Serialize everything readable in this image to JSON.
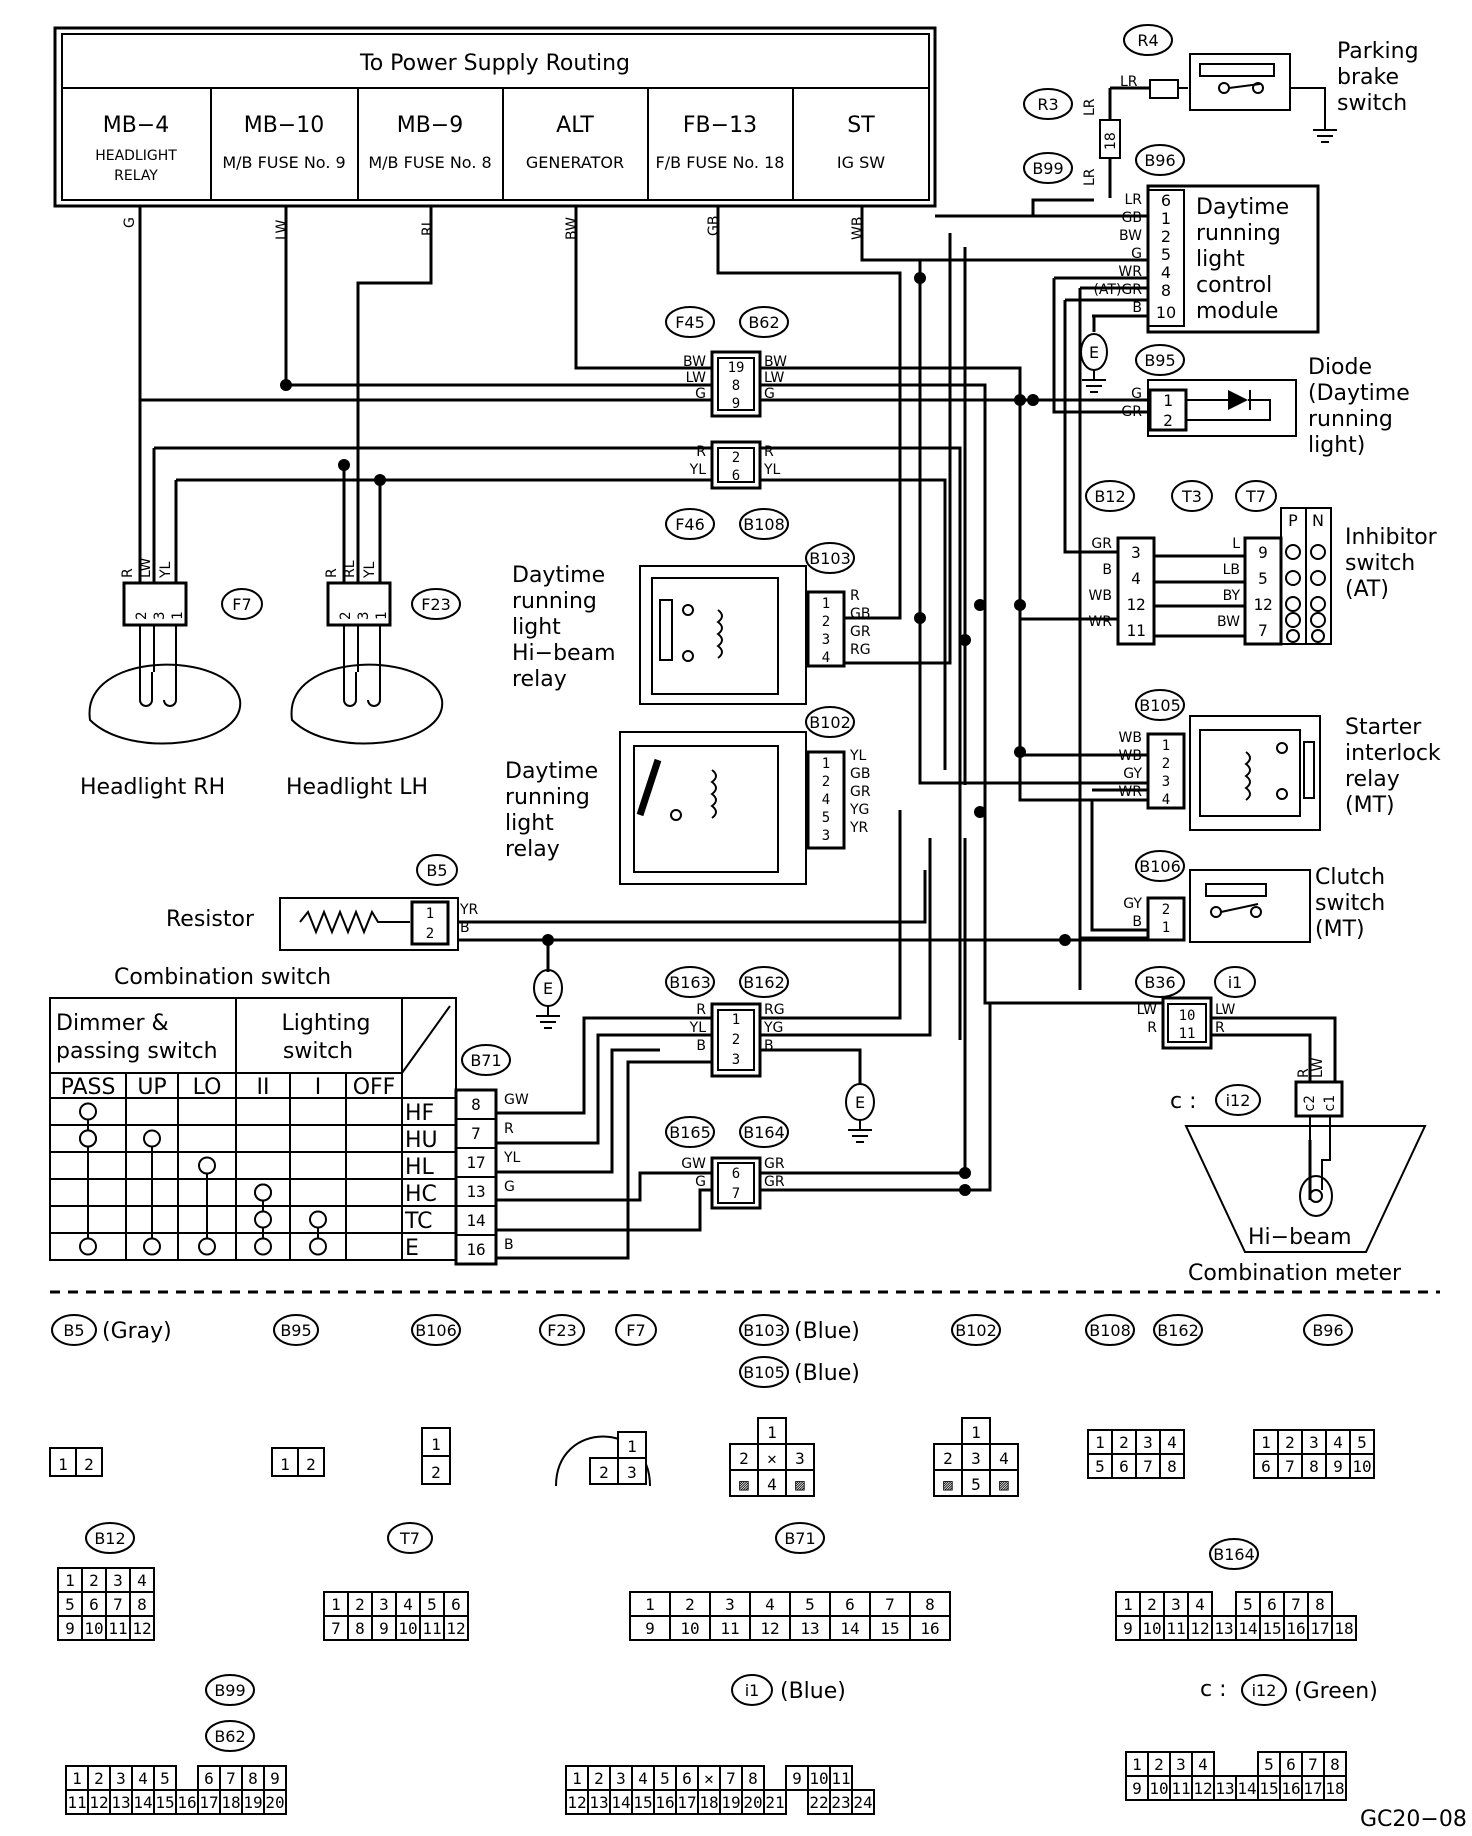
{
  "supply": {
    "title": "To Power Supply Routing",
    "cols": [
      {
        "id": "MB−4",
        "desc": "HEADLIGHT",
        "desc2": "RELAY",
        "wire": "G"
      },
      {
        "id": "MB−10",
        "desc": "M/B FUSE No. 9",
        "wire": "LW"
      },
      {
        "id": "MB−9",
        "desc": "M/B FUSE No. 8",
        "wire": "RL"
      },
      {
        "id": "ALT",
        "desc": "GENERATOR",
        "wire": "BW"
      },
      {
        "id": "FB−13",
        "desc": "F/B FUSE No. 18",
        "wire": "GB"
      },
      {
        "id": "ST",
        "desc": "IG SW",
        "wire": "WB"
      }
    ]
  },
  "components": {
    "parking_brake": [
      "Parking",
      "brake",
      "switch"
    ],
    "drl_module": [
      "Daytime",
      "running",
      "light",
      "control",
      "module"
    ],
    "diode": [
      "Diode",
      "(Daytime",
      "running",
      "light)"
    ],
    "inhibitor": [
      "Inhibitor",
      "switch",
      "(AT)"
    ],
    "starter_relay": [
      "Starter",
      "interlock",
      "relay",
      "(MT)"
    ],
    "clutch": [
      "Clutch",
      "switch",
      "(MT)"
    ],
    "hibeam_relay": [
      "Daytime",
      "running",
      "light",
      "Hi−beam",
      "relay"
    ],
    "drl_relay": [
      "Daytime",
      "running",
      "light",
      "relay"
    ],
    "headlight_rh": "Headlight RH",
    "headlight_lh": "Headlight LH",
    "resistor": "Resistor",
    "combination_switch": "Combination switch",
    "hibeam": "Hi−beam",
    "combination_meter": "Combination meter",
    "ground": "E"
  },
  "connectors": {
    "R4": "R4",
    "R3": "R3",
    "B99": "B99",
    "B96": "B96",
    "F45": "F45",
    "B62": "B62",
    "B95": "B95",
    "F46": "F46",
    "B108": "B108",
    "B12": "B12",
    "T3": "T3",
    "T7": "T7",
    "F7": "F7",
    "F23": "F23",
    "B103": "B103",
    "B102": "B102",
    "B105": "B105",
    "B106": "B106",
    "B5": "B5",
    "B163": "B163",
    "B162": "B162",
    "B36": "B36",
    "i1": "i1",
    "B71": "B71",
    "B165": "B165",
    "B164": "B164",
    "i12": "i12",
    "c_prefix": "c :"
  },
  "module_pins": {
    "wires": [
      "LR",
      "GB",
      "BW",
      "G",
      "WR",
      "(AT)GR",
      "B"
    ],
    "pins": [
      "6",
      "1",
      "2",
      "5",
      "4",
      "8",
      "10"
    ]
  },
  "f45": {
    "left": [
      "BW",
      "LW",
      "G"
    ],
    "pins": [
      "19",
      "8",
      "9"
    ],
    "right": [
      "BW",
      "LW",
      "G"
    ]
  },
  "f46": {
    "left": [
      "R",
      "YL"
    ],
    "pins": [
      "2",
      "6"
    ],
    "right": [
      "R",
      "YL"
    ]
  },
  "diode_pins": {
    "wires": [
      "G",
      "GR"
    ],
    "pins": [
      "1",
      "2"
    ]
  },
  "b12_pins": {
    "wires": [
      "GR",
      "B",
      "WB",
      "WR"
    ],
    "pins": [
      "3",
      "4",
      "12",
      "11"
    ]
  },
  "t7_pins": {
    "wires": [
      "L",
      "LB",
      "BY",
      "BW"
    ],
    "pins": [
      "9",
      "5",
      "12",
      "7"
    ],
    "head": [
      "P",
      "N"
    ]
  },
  "b103_pins": {
    "pins": [
      "1",
      "2",
      "3",
      "4"
    ],
    "wires": [
      "R",
      "GB",
      "GR",
      "RG"
    ]
  },
  "b102_pins": {
    "pins": [
      "1",
      "2",
      "4",
      "5",
      "3"
    ],
    "wires": [
      "YL",
      "GB",
      "GR",
      "YG",
      "YR"
    ]
  },
  "b105_pins": {
    "wires": [
      "WB",
      "WB",
      "GY",
      "WR"
    ],
    "pins": [
      "1",
      "2",
      "3",
      "4"
    ]
  },
  "b106_pins": {
    "wires": [
      "GY",
      "B"
    ],
    "pins": [
      "2",
      "1"
    ]
  },
  "b5_pins": {
    "pins": [
      "1",
      "2"
    ],
    "wires": [
      "YR",
      "B"
    ]
  },
  "b163_pins": {
    "left": [
      "R",
      "YL",
      "B"
    ],
    "pins": [
      "1",
      "2",
      "3"
    ],
    "right": [
      "RG",
      "YG",
      "B"
    ]
  },
  "b36_pins": {
    "left": [
      "LW",
      "R"
    ],
    "pins": [
      "10",
      "11"
    ],
    "right": [
      "LW",
      "R"
    ]
  },
  "b165_pins": {
    "left": [
      "GW",
      "G"
    ],
    "pins": [
      "6",
      "7"
    ],
    "right": [
      "GR",
      "GR"
    ]
  },
  "i12_pins": {
    "wires": [
      "R",
      "LW"
    ],
    "pins": [
      "c2",
      "c1"
    ]
  },
  "f7_pins": {
    "wires": [
      "R",
      "LW",
      "YL"
    ],
    "pins": [
      "2",
      "3",
      "1"
    ]
  },
  "f23_pins": {
    "wires": [
      "R",
      "RL",
      "YL"
    ],
    "pins": [
      "2",
      "3",
      "1"
    ]
  },
  "r3_pin": {
    "wire": "LR",
    "pin": "18"
  },
  "r4_pin": {
    "wire": "LR"
  },
  "switch_table": {
    "group1": [
      "Dimmer &",
      "passing switch"
    ],
    "group2": [
      "Lighting",
      "switch"
    ],
    "cols": [
      "PASS",
      "UP",
      "LO",
      "II",
      "I",
      "OFF"
    ],
    "rows": [
      "HF",
      "HU",
      "HL",
      "HC",
      "TC",
      "E"
    ],
    "pins": [
      "8",
      "7",
      "17",
      "13",
      "14",
      "16"
    ],
    "wires": [
      "GW",
      "R",
      "YL",
      "G",
      "",
      "B"
    ]
  },
  "legend": {
    "row1": [
      "B5",
      "(Gray)",
      "B95",
      "B106",
      "F23",
      "F7",
      "B103",
      "(Blue)",
      "B105",
      "(Blue)",
      "B102",
      "B108",
      "B162",
      "B96"
    ],
    "row2": [
      "B12",
      "T7",
      "B71",
      "B164"
    ],
    "row3": [
      "B99",
      "B62",
      "i1",
      "(Blue)",
      "c :",
      "i12",
      "(Green)"
    ],
    "footer": "GC20−08"
  }
}
